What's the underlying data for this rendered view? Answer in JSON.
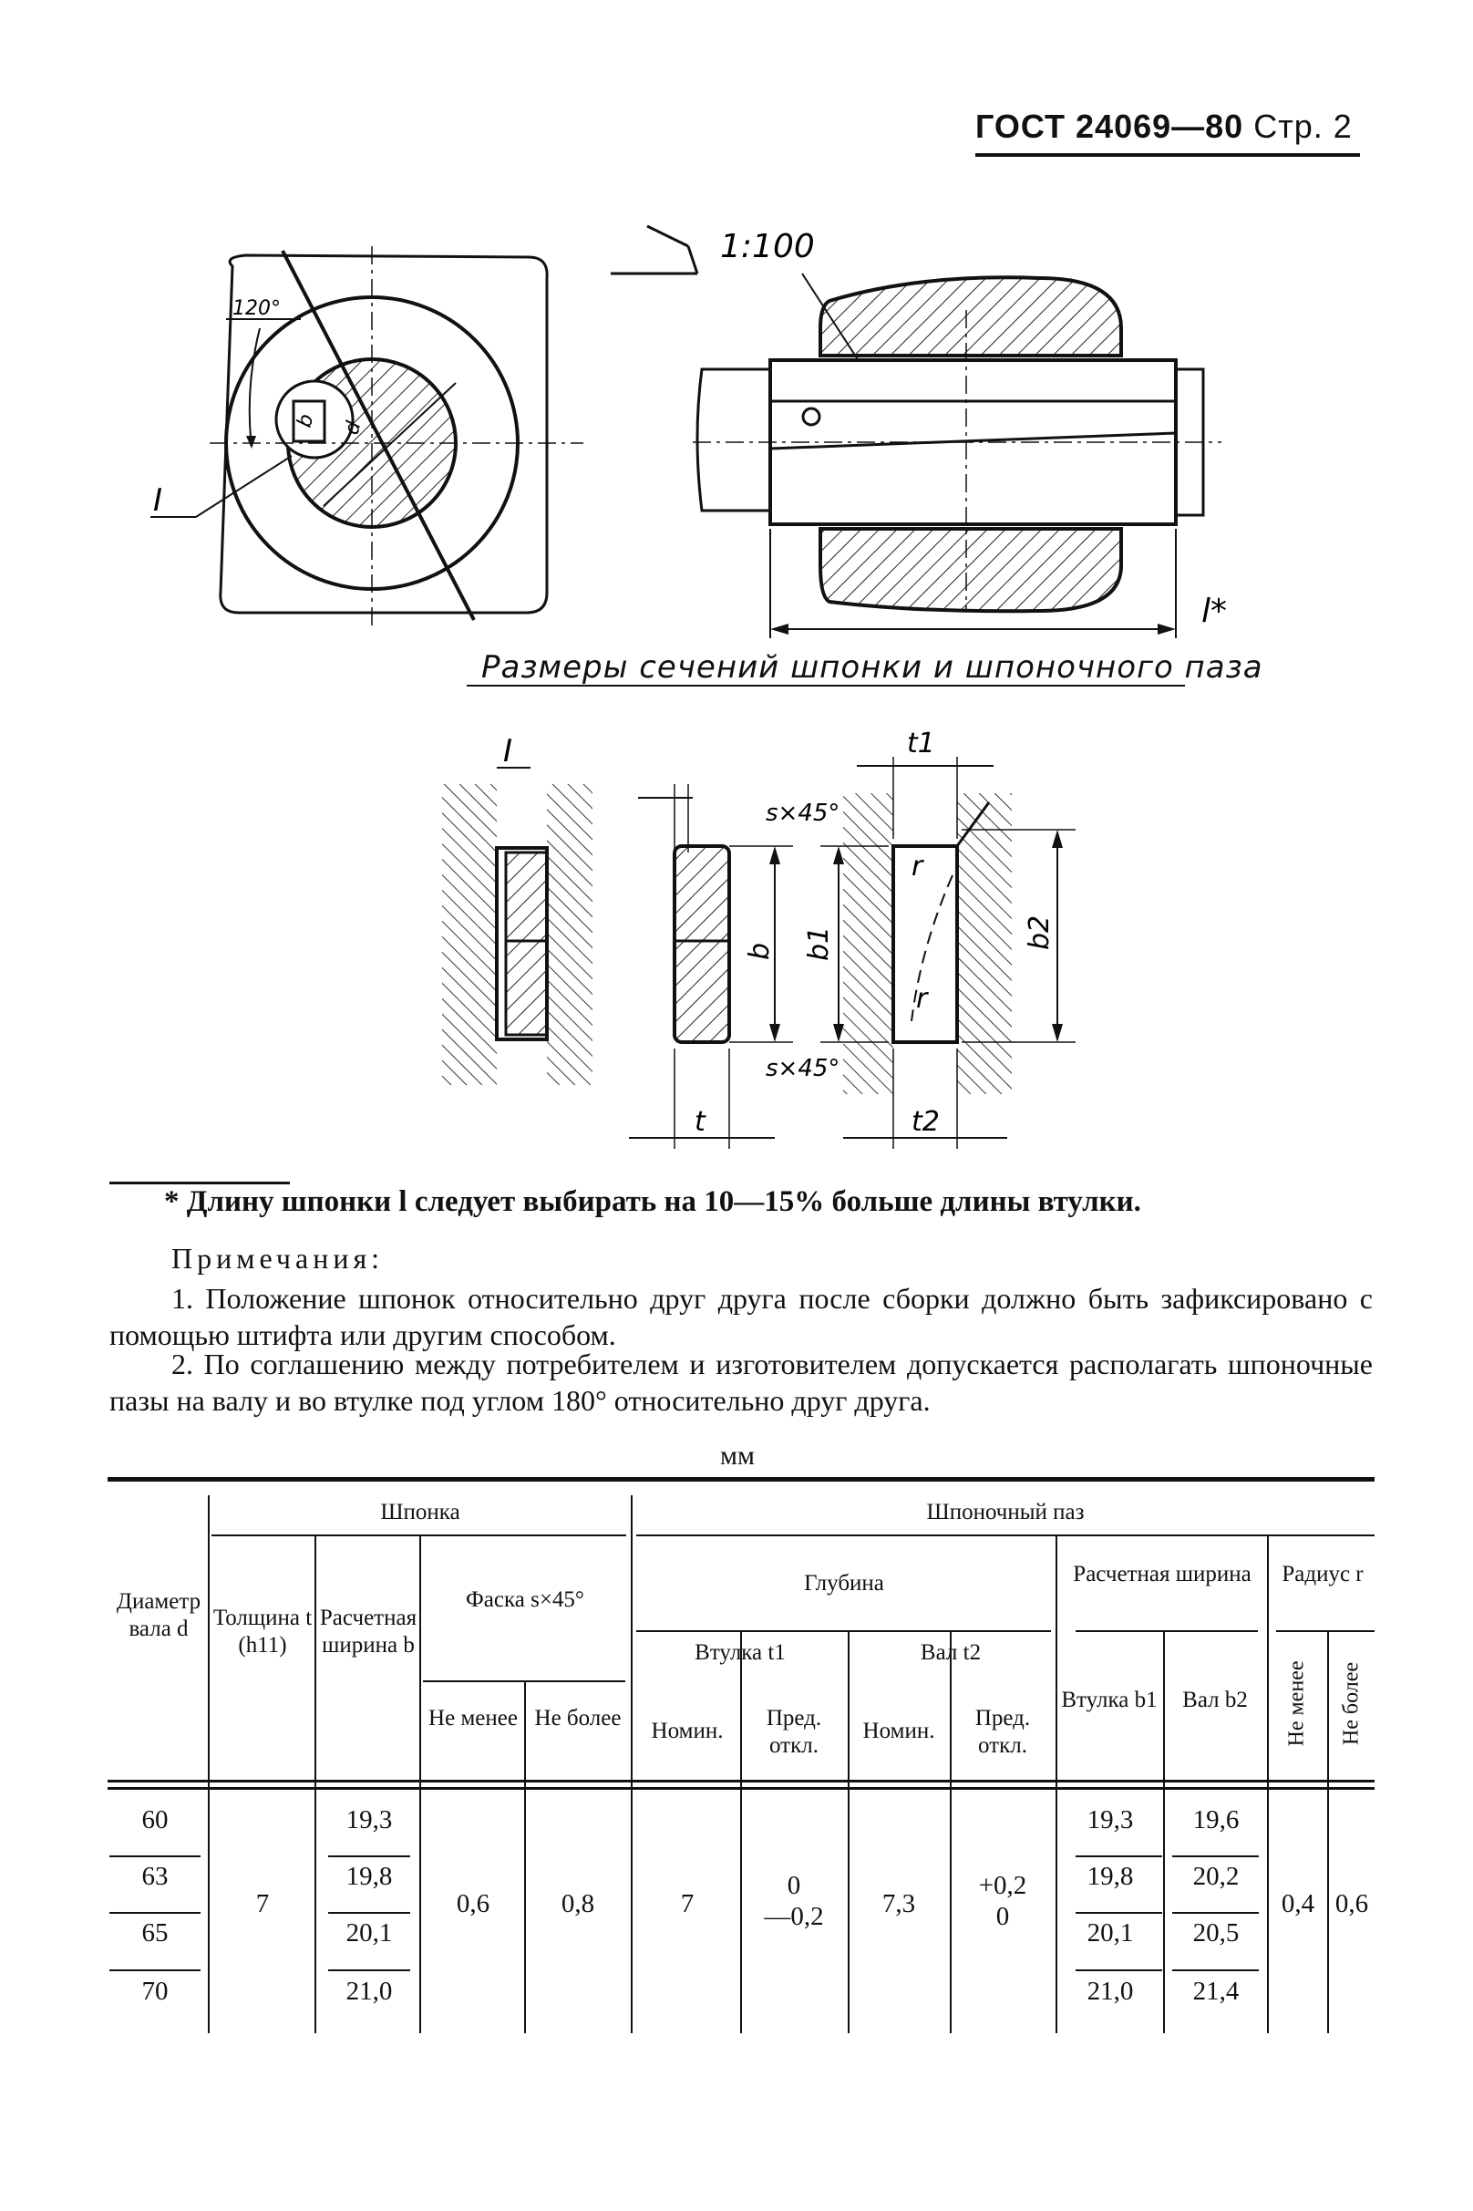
{
  "header": {
    "gost": "ГОСТ 24069—80",
    "page": "Стр. 2"
  },
  "drawing": {
    "taper": "1:100",
    "angle": "120°",
    "view_mark": "I",
    "length_mark": "l*",
    "dim_b": "b",
    "dim_d": "d",
    "chamfer": "s×45°",
    "dim_t": "t",
    "dim_t1": "t1",
    "dim_t2": "t2",
    "dim_b1": "b1",
    "dim_b2": "b2",
    "radius": "r"
  },
  "section_caption": "Размеры сечений шпонки и шпоночного паза",
  "footnote": "* Длину шпонки l следует выбирать на 10—15% больше длины втулки.",
  "notes_title": "Примечания:",
  "notes": [
    "1. Положение шпонок относительно друг друга после сборки должно быть зафиксировано с помощью штифта или другим способом.",
    "2. По соглашению между потребителем и изготовителем допускается располагать шпоночные пазы на валу и во втулке под углом 180° относительно друг друга."
  ],
  "unit": "мм",
  "table": {
    "headers": {
      "diameter": "Диаметр вала d",
      "key": "Шпонка",
      "keyway": "Шпоночный паз",
      "thickness": "Толщина t (h11)",
      "calc_width": "Расчетная ширина b",
      "chamfer": "Фаска s×45°",
      "not_less": "Не менее",
      "not_more": "Не более",
      "depth": "Глубина",
      "bushing_t1": "Втулка t1",
      "shaft_t2": "Вал t2",
      "nominal": "Номин.",
      "deviation": "Пред. откл.",
      "calc_width_slot": "Расчетная ширина",
      "bushing_b1": "Втулка b1",
      "shaft_b2": "Вал b2",
      "radius": "Радиус r",
      "r_not_less": "Не менее",
      "r_not_more": "Не более"
    },
    "rows": [
      {
        "d": "60",
        "b": "19,3",
        "b1": "19,3",
        "b2": "19,6"
      },
      {
        "d": "63",
        "b": "19,8",
        "b1": "19,8",
        "b2": "20,2"
      },
      {
        "d": "65",
        "b": "20,1",
        "b1": "20,1",
        "b2": "20,5"
      },
      {
        "d": "70",
        "b": "21,0",
        "b1": "21,0",
        "b2": "21,4"
      }
    ],
    "common": {
      "t": "7",
      "s_min": "0,6",
      "s_max": "0,8",
      "t1_nom": "7",
      "t1_dev_up": "0",
      "t1_dev_low": "—0,2",
      "t2_nom": "7,3",
      "t2_dev_up": "+0,2",
      "t2_dev_low": "0",
      "r_min": "0,4",
      "r_max": "0,6"
    }
  }
}
